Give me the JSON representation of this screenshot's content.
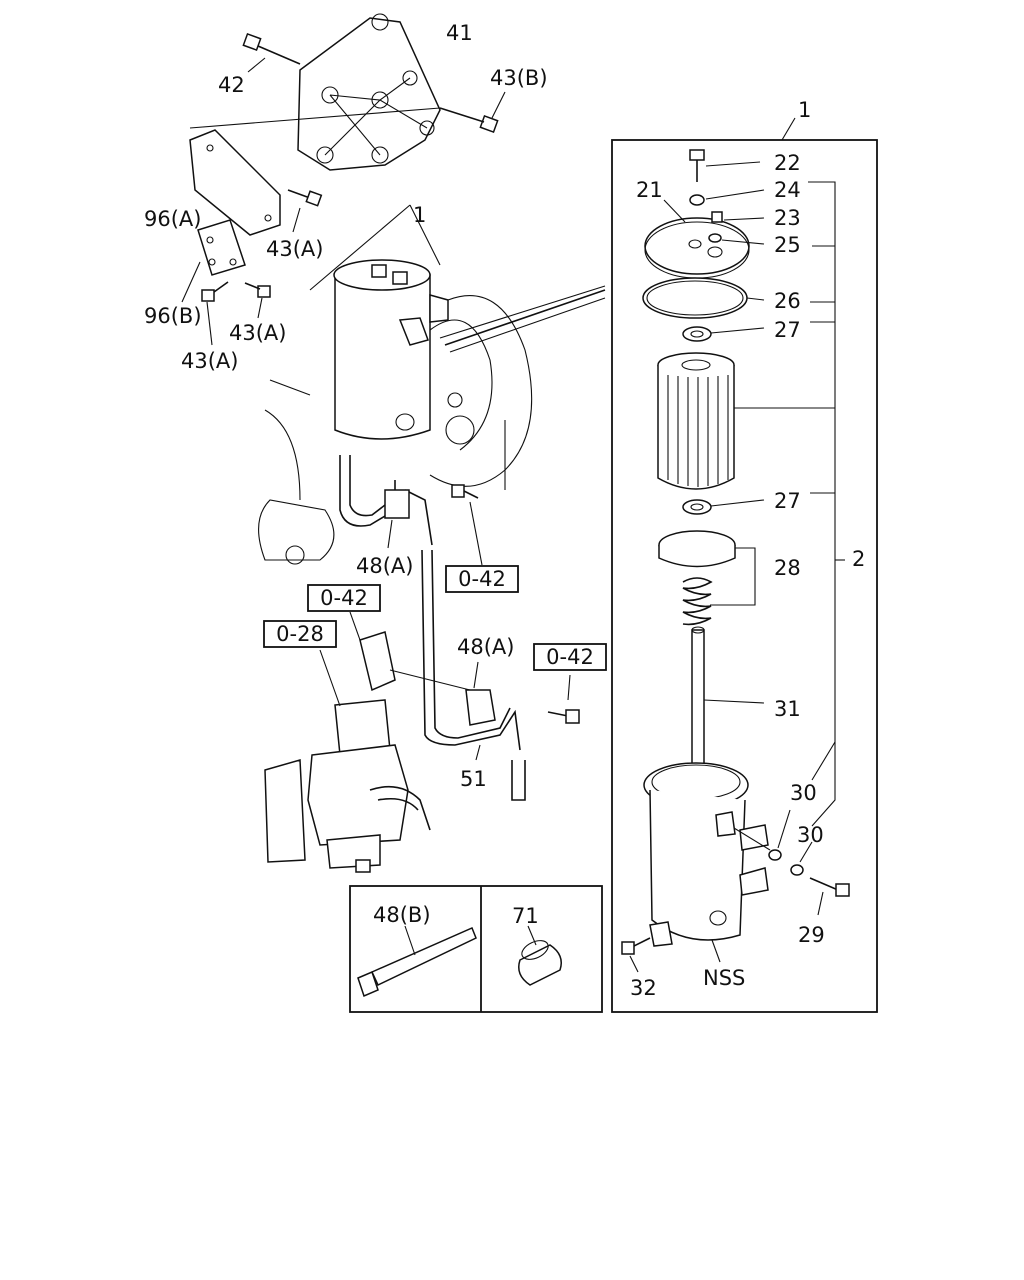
{
  "callouts": {
    "c1_top": "1",
    "c1_left": "1",
    "c2": "2",
    "c21": "21",
    "c22": "22",
    "c23": "23",
    "c24": "24",
    "c25": "25",
    "c26": "26",
    "c27a": "27",
    "c27b": "27",
    "c28": "28",
    "c29": "29",
    "c30a": "30",
    "c30b": "30",
    "c31": "31",
    "c32": "32",
    "c41": "41",
    "c42": "42",
    "c43b": "43(B)",
    "c43a1": "43(A)",
    "c43a2": "43(A)",
    "c43a3": "43(A)",
    "c96a": "96(A)",
    "c96b": "96(B)",
    "c48a1": "48(A)",
    "c48a2": "48(A)",
    "c48b": "48(B)",
    "c51": "51",
    "c71": "71",
    "nss": "NSS"
  },
  "references": {
    "r042a": "0-42",
    "r042b": "0-42",
    "r042c": "0-42",
    "r028": "0-28"
  }
}
